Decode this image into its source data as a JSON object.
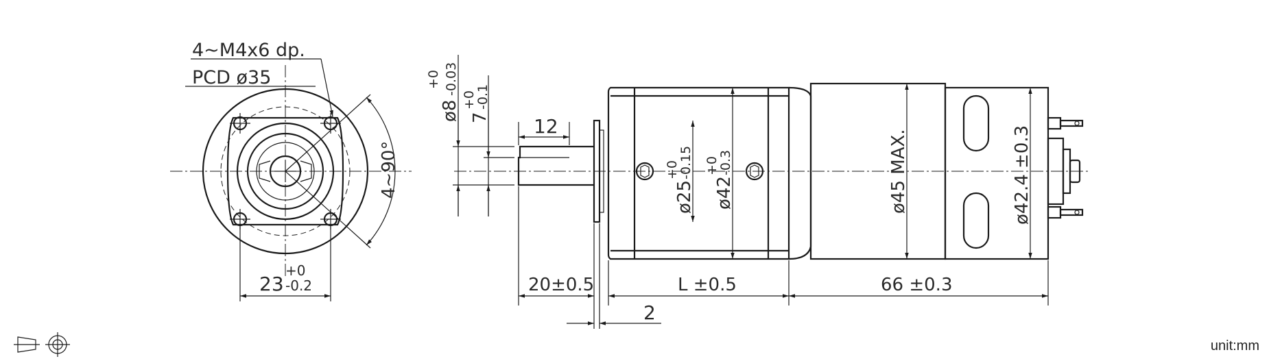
{
  "labels": {
    "thread": "4~M4x6 dp.",
    "pcd": "PCD ø35",
    "angle": "4~90°",
    "pilot_base": "23",
    "pilot_tol_upper": "+0",
    "pilot_tol_lower": "-0.2",
    "shaft_dia": "ø8",
    "shaft_dia_tol_upper": "+0",
    "shaft_dia_tol_lower": "-0.03",
    "flat": "7",
    "flat_tol_upper": "+0",
    "flat_tol_lower": "-0.1",
    "flat_len": "12",
    "boss_dia": "ø25",
    "boss_tol_upper": "+0",
    "boss_tol_lower": "-0.15",
    "gear_dia": "ø42",
    "gear_tol_upper": "+0",
    "gear_tol_lower": "-0.3",
    "motor_max": "ø45 MAX.",
    "end_dia": "ø42.4 ±0.3",
    "shaft_len": "20±0.5",
    "gear_len": "L ±0.5",
    "motor_len": "66 ±0.3",
    "boss_len": "2",
    "unit": "unit:mm"
  },
  "icons": [
    "projection-truncated-cone-icon",
    "projection-circles-icon"
  ]
}
